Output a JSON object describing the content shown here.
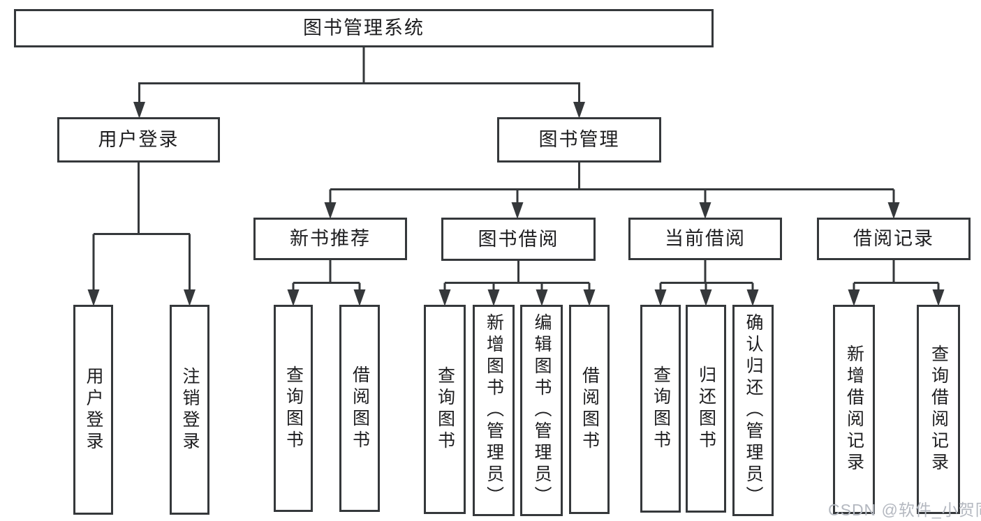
{
  "tree": {
    "root": "图书管理系统",
    "children": [
      {
        "label": "用户登录",
        "children": [
          "用户登录",
          "注销登录"
        ]
      },
      {
        "label": "图书管理",
        "children": [
          {
            "label": "新书推荐",
            "children": [
              "查询图书",
              "借阅图书"
            ]
          },
          {
            "label": "图书借阅",
            "children": [
              "查询图书",
              "新增图书（管理员）",
              "编辑图书（管理员）",
              "借阅图书"
            ]
          },
          {
            "label": "当前借阅",
            "children": [
              "查询图书",
              "归还图书",
              "确认归还（管理员）"
            ]
          },
          {
            "label": "借阅记录",
            "children": [
              "新增借阅记录",
              "查询借阅记录"
            ]
          }
        ]
      }
    ]
  },
  "watermark": {
    "text": "CSDN @软件_小贺同学"
  },
  "colors": {
    "line": "#35383b",
    "text": "#1d1d1f",
    "watermark": "#b4b8c0",
    "background": "#ffffff"
  }
}
